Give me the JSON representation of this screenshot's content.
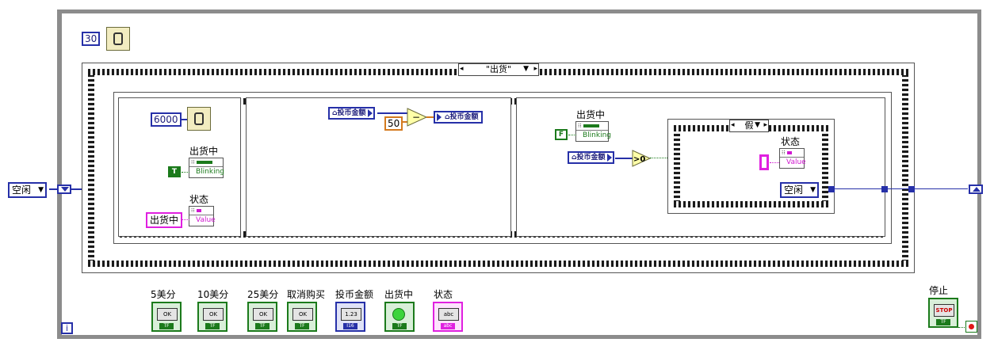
{
  "wait_ms_outer": "30",
  "shift_register_initial": "空闲",
  "case_selector_outer": "\"出货\"",
  "frame1": {
    "wait_ms": "6000",
    "prop1_label": "出货中",
    "prop1_bool": "T",
    "prop1_property": "Blinking",
    "prop2_label": "状态",
    "prop2_value": "出货中",
    "prop2_property": "Value"
  },
  "frame2": {
    "local_var_in": "投币金额",
    "constant": "50",
    "local_var_out": "投币金额"
  },
  "frame3": {
    "prop_label": "出货中",
    "prop_bool": "F",
    "prop_property": "Blinking",
    "local_var_in": "投币金额",
    "compare_op": ">0",
    "inner_case_selector": "假",
    "inner_prop_label": "状态",
    "inner_prop_property": "Value",
    "inner_enum": "空闲"
  },
  "controls": [
    {
      "label": "5美分",
      "face": "OK",
      "kind": "bool"
    },
    {
      "label": "10美分",
      "face": "OK",
      "kind": "bool"
    },
    {
      "label": "25美分",
      "face": "OK",
      "kind": "bool"
    },
    {
      "label": "取消购买",
      "face": "OK",
      "kind": "bool"
    },
    {
      "label": "投币金额",
      "face": "1.23",
      "kind": "num"
    },
    {
      "label": "出货中",
      "face": "",
      "kind": "led"
    },
    {
      "label": "状态",
      "face": "abc",
      "kind": "str"
    }
  ],
  "stop_control": {
    "label": "停止",
    "face": "STOP"
  },
  "iteration_terminal": "i"
}
